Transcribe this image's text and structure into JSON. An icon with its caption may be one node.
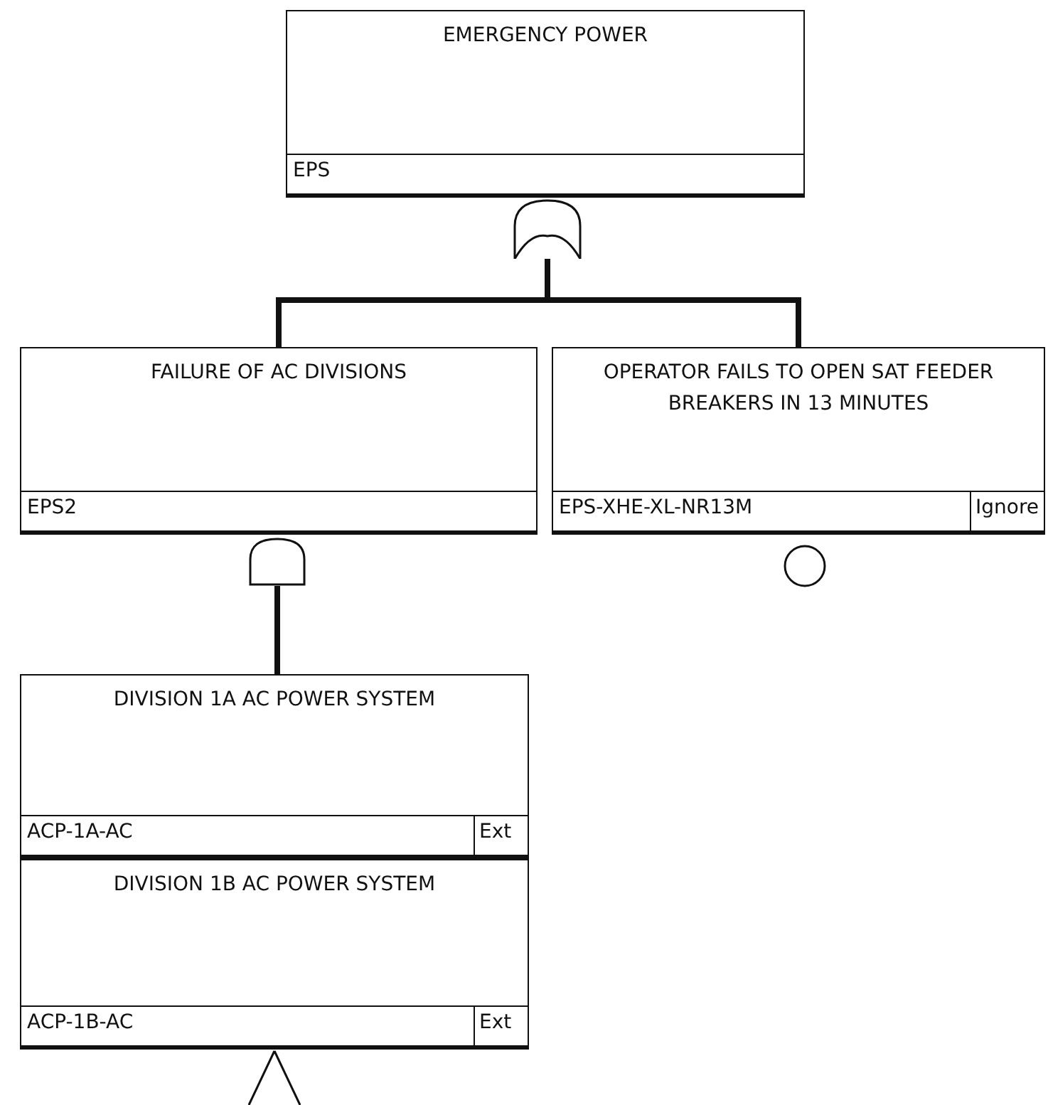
{
  "diagram": {
    "nodes": [
      {
        "text": [
          "EMERGENCY POWER",
          "EPS"
        ]
      },
      {
        "text": [],
        "shape": "gate"
      },
      {
        "text": [
          "FAILURE OF AC DIVISIONS",
          "EPS2"
        ]
      },
      {
        "text": [
          "OPERATOR FAILS TO OPEN SAT FEEDER BREAKERS IN 13 MINUTES",
          "EPS-XHE-XL-NR13M",
          "Ignore"
        ]
      },
      {
        "text": [],
        "shape": "gate"
      },
      {
        "text": [
          "DIVISION 1A AC POWER SYSTEM",
          "ACP-1A-AC",
          "Ext"
        ]
      },
      {
        "text": [
          "DIVISION 1B AC POWER SYSTEM",
          "ACP-1B-AC",
          "Ext"
        ]
      }
    ],
    "edges": [
      {
        "from": 1,
        "to": 2,
        "arrow": "none"
      },
      {
        "from": 1,
        "to": 3,
        "arrow": "none"
      },
      {
        "from": 4,
        "to": 5,
        "arrow": "none"
      }
    ]
  }
}
